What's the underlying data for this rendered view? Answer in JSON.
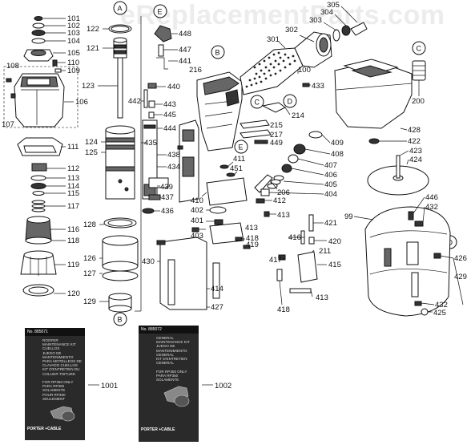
{
  "watermark": "eReplacementParts.com",
  "callouts": [
    "A",
    "B",
    "C",
    "D",
    "E"
  ],
  "part_labels": {
    "p101": "101",
    "p102": "102",
    "p103": "103",
    "p104": "104",
    "p105": "105",
    "p108": "108",
    "p110": "110",
    "p109": "109",
    "p107": "107",
    "p106": "106",
    "p111": "111",
    "p112": "112",
    "p113": "113",
    "p114": "114",
    "p115": "115",
    "p117": "117",
    "p116": "116",
    "p118": "118",
    "p119": "119",
    "p120": "120",
    "p122": "122",
    "p121": "121",
    "p123": "123",
    "p124": "124",
    "p125": "125",
    "p128": "128",
    "p126": "126",
    "p127": "127",
    "p129": "129",
    "p448": "448",
    "p447": "447",
    "p441": "441",
    "p216": "216",
    "p440": "440",
    "p442": "442",
    "p443": "443",
    "p445": "445",
    "p444": "444",
    "p435": "435",
    "p438": "438",
    "p434": "434",
    "p439": "439",
    "p437": "437",
    "p436": "436",
    "p430": "430",
    "p414": "414",
    "p427": "427",
    "p301": "301",
    "p302": "302",
    "p303": "303",
    "p304": "304",
    "p305": "305",
    "p100": "100",
    "p433": "433",
    "p214": "214",
    "p215": "215",
    "p217": "217",
    "p449": "449",
    "p411": "411",
    "p451": "451",
    "p410": "410",
    "p402": "402",
    "p401": "401",
    "p403": "403",
    "p206": "206",
    "p412": "412",
    "p413a": "413",
    "p413b": "413",
    "p418": "418",
    "p419": "419",
    "p416": "416",
    "p417": "417",
    "p413c": "413",
    "p421": "421",
    "p420": "420",
    "p211": "211",
    "p415": "415",
    "p418b": "418",
    "p409": "409",
    "p408": "408",
    "p407": "407",
    "p406": "406",
    "p405": "405",
    "p404": "404",
    "p200": "200",
    "p428": "428",
    "p422": "422",
    "p423": "423",
    "p424": "424",
    "p99": "99",
    "p446": "446",
    "p432a": "432",
    "p426": "426",
    "p429": "429",
    "p432b": "432",
    "p425": "425"
  },
  "kits": [
    {
      "number": "No. 885071",
      "text": "ROOFER MAINTENANCE KIT\nCUELLOS\nJUEGO DE MANTENIMIENTO\nPARA MOTELLEOS DE\nCLAVADO CUELLOS\nKIT D'ENTRETIEN DU\nCOLLIER TOITURE\n\nFOR RP350 ONLY\nPARA RP350 SOLAMENTE\nPOUR RP350 SEULEMENT",
      "brand": "PORTER\n+CABLE",
      "label": "1001"
    },
    {
      "number": "No. 885072",
      "text": "GENERAL MAINTENANCE KIT\nJUEGO DE MANTENIMIENTO\nGENERAL\nKIT D'ENTRETIEN\nGENERAL\n\nFOR RP350 ONLY\nPARA RP350 SOLAMENTE",
      "brand": "PORTER\n+CABLE",
      "label": "1002"
    }
  ]
}
